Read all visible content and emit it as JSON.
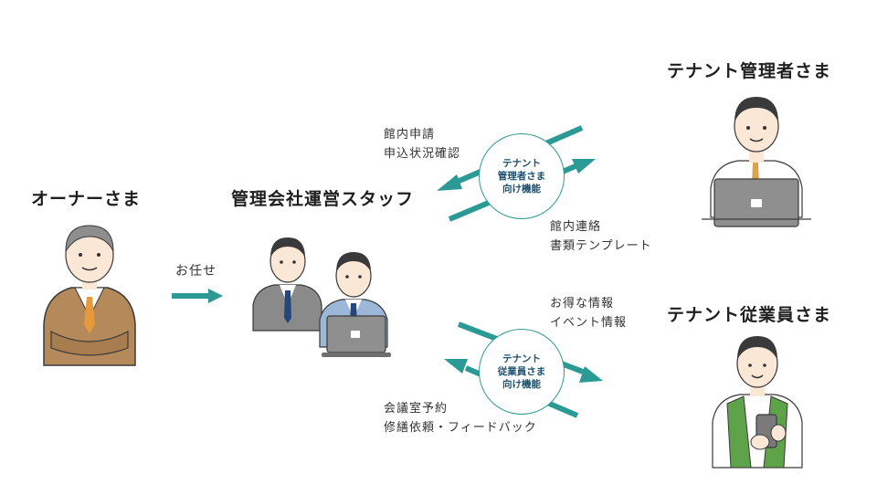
{
  "colors": {
    "accent": "#2b9a94",
    "navy": "#1c4f6e",
    "skin": "#fbe7d6",
    "hair": "#3a3a3a"
  },
  "owner": {
    "title": "オーナーさま"
  },
  "delegate": {
    "label": "お任せ"
  },
  "staff": {
    "title": "管理会社運営スタッフ"
  },
  "tenant_manager": {
    "title": "テナント管理者さま",
    "badge": [
      "テナント",
      "管理者さま",
      "向け機能"
    ],
    "left_features": [
      "館内申請",
      "申込状況確認"
    ],
    "right_features": [
      "館内連絡",
      "書類テンプレート"
    ]
  },
  "tenant_employee": {
    "title": "テナント従業員さま",
    "badge": [
      "テナント",
      "従業員さま",
      "向け機能"
    ],
    "right_features": [
      "お得な情報",
      "イベント情報"
    ],
    "left_features": [
      "会議室予約",
      "修繕依頼・フィードバック"
    ]
  }
}
